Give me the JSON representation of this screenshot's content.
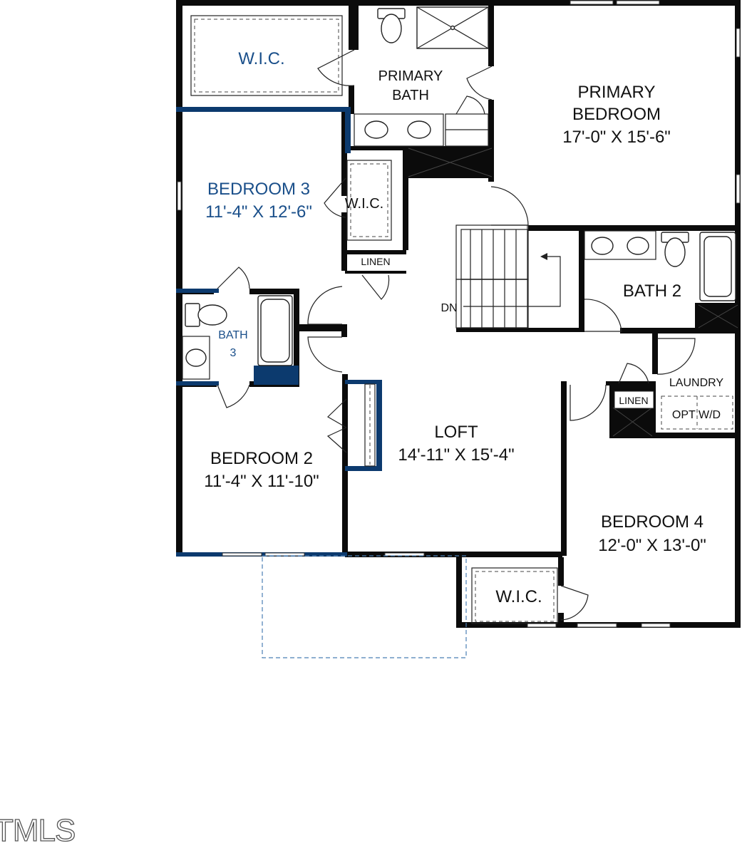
{
  "rooms": {
    "wic_primary": "W.I.C.",
    "primary_bath_line1": "PRIMARY",
    "primary_bath_line2": "BATH",
    "primary_bedroom_line1": "PRIMARY",
    "primary_bedroom_line2": "BEDROOM",
    "primary_bedroom_dims": "17'-0\" X 15'-6\"",
    "bedroom3_name": "BEDROOM 3",
    "bedroom3_dims": "11'-4\" X 12'-6\"",
    "wic_bedroom3": "W.I.C.",
    "linen_upper": "LINEN",
    "dn": "DN",
    "bath2": "BATH 2",
    "bath3_line1": "BATH",
    "bath3_line2": "3",
    "laundry": "LAUNDRY",
    "linen_lower": "LINEN",
    "opt_wd": "OPT W/D",
    "bedroom2_name": "BEDROOM 2",
    "bedroom2_dims": "11'-4\" X 11'-10\"",
    "loft_name": "LOFT",
    "loft_dims": "14'-11\" X 15'-4\"",
    "bedroom4_name": "BEDROOM 4",
    "bedroom4_dims": "12'-0\" X 13'-0\"",
    "wic_bedroom4": "W.I.C."
  },
  "watermark": "TMLS",
  "colors": {
    "wall": "#0b0b0b",
    "option_wall": "#0c3a6e",
    "option_text": "#1a4f8a",
    "option_dash": "#4b7fb3"
  }
}
